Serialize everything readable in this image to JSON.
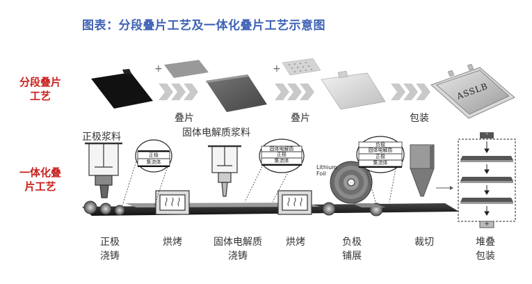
{
  "title": "图表：分段叠片工艺及一体化叠片工艺示意图",
  "row_labels": {
    "segmented": [
      "分段叠片",
      "工艺"
    ],
    "integrated": [
      "一体化叠",
      "片工艺"
    ]
  },
  "top_steps": [
    "叠片",
    "叠片",
    "包装"
  ],
  "product_label": "ASSLB",
  "slurry_labels": {
    "cathode": "正极浆料",
    "electrolyte": "固体电解质浆料"
  },
  "inset_labels": {
    "inset1": [
      "正极",
      "集流体"
    ],
    "inset2": [
      "固体电解质",
      "正极",
      "集流体"
    ],
    "inset3": [
      "负极",
      "固体电解质",
      "正极",
      "集流体"
    ]
  },
  "foil_label": [
    "Lithium",
    "Foil"
  ],
  "stack_symbols": {
    "top": "-",
    "bottom": "+"
  },
  "bottom_steps": [
    [
      "正极",
      "浇铸"
    ],
    [
      "烘烤"
    ],
    [
      "固体电解质",
      "浇铸"
    ],
    [
      "烘烤"
    ],
    [
      "负极",
      "铺展"
    ],
    [
      "裁切"
    ],
    [
      "堆叠",
      "包装"
    ]
  ],
  "colors": {
    "title": "#3f62b5",
    "row_label": "#c9211e"
  }
}
